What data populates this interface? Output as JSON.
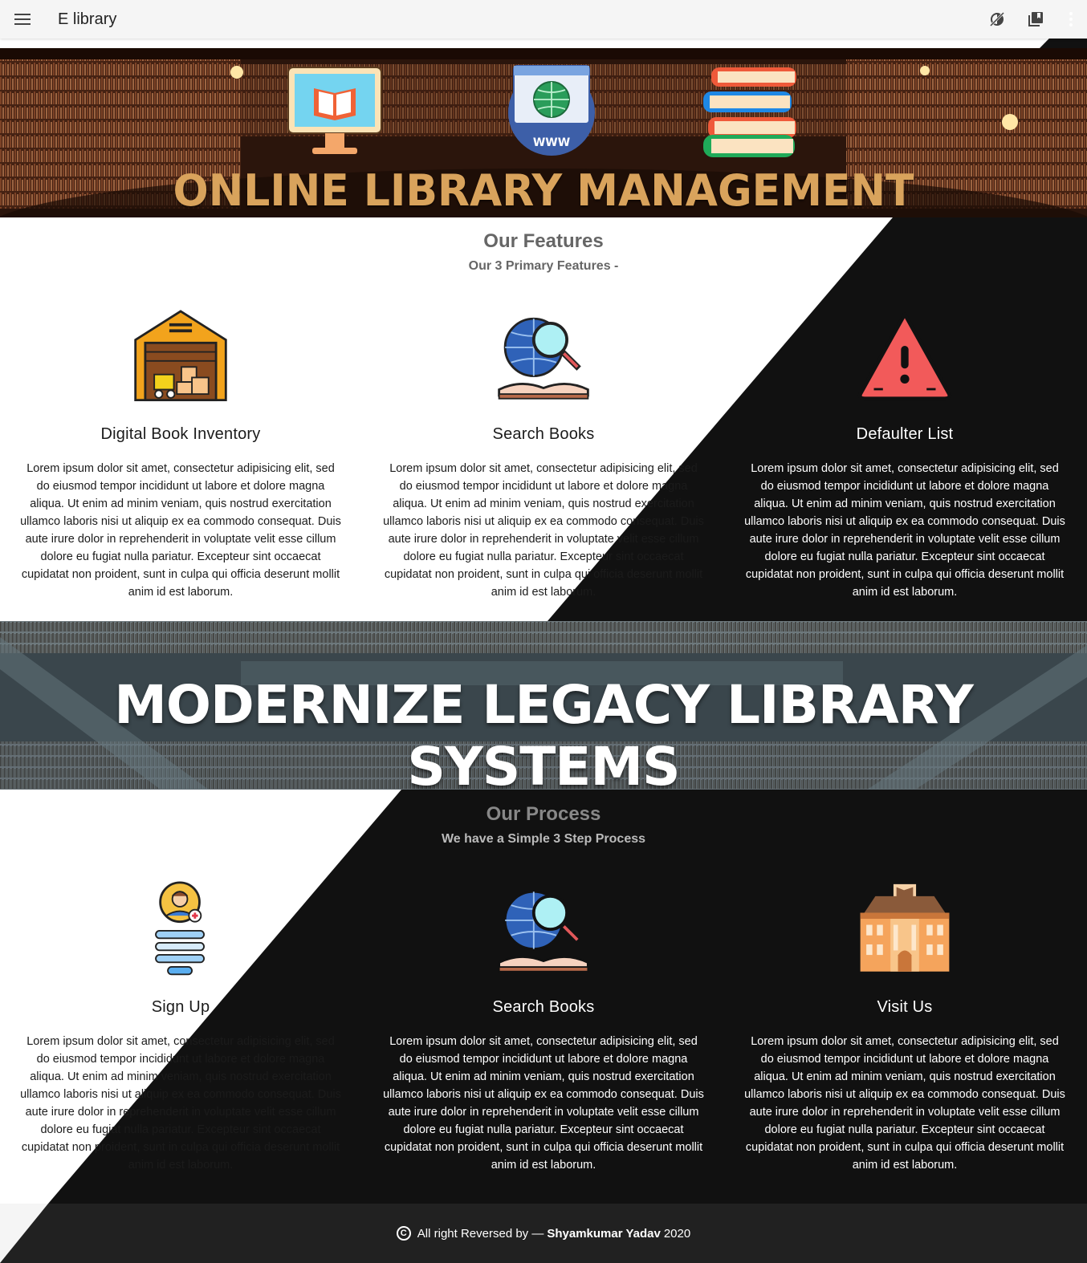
{
  "appbar": {
    "title": "E library",
    "menu_icon": "menu-icon",
    "actions": [
      "dark-mode-icon",
      "library-books-icon",
      "more-vert-icon"
    ]
  },
  "hero": {
    "title": "ONLINE LIBRARY MANAGEMENT",
    "icon_web_label": "WWW"
  },
  "features": {
    "heading": "Our Features",
    "subheading": "Our 3 Primary Features -",
    "items": [
      {
        "title": "Digital Book Inventory",
        "icon": "warehouse-icon",
        "text": "Lorem ipsum dolor sit amet, consectetur adipisicing elit, sed do eiusmod tempor incididunt ut labore et dolore magna aliqua. Ut enim ad minim veniam, quis nostrud exercitation ullamco laboris nisi ut aliquip ex ea commodo consequat. Duis aute irure dolor in reprehenderit in voluptate velit esse cillum dolore eu fugiat nulla pariatur. Excepteur sint occaecat cupidatat non proident, sunt in culpa qui officia deserunt mollit anim id est laborum."
      },
      {
        "title": "Search Books",
        "icon": "globe-search-book-icon",
        "text": "Lorem ipsum dolor sit amet, consectetur adipisicing elit, sed do eiusmod tempor incididunt ut labore et dolore magna aliqua. Ut enim ad minim veniam, quis nostrud exercitation ullamco laboris nisi ut aliquip ex ea commodo consequat. Duis aute irure dolor in reprehenderit in voluptate velit esse cillum dolore eu fugiat nulla pariatur. Excepteur sint occaecat cupidatat non proident, sunt in culpa qui officia deserunt mollit anim id est laborum."
      },
      {
        "title": "Defaulter List",
        "icon": "warning-icon",
        "text": "Lorem ipsum dolor sit amet, consectetur adipisicing elit, sed do eiusmod tempor incididunt ut labore et dolore magna aliqua. Ut enim ad minim veniam, quis nostrud exercitation ullamco laboris nisi ut aliquip ex ea commodo consequat. Duis aute irure dolor in reprehenderit in voluptate velit esse cillum dolore eu fugiat nulla pariatur. Excepteur sint occaecat cupidatat non proident, sunt in culpa qui officia deserunt mollit anim id est laborum."
      }
    ]
  },
  "banner": {
    "title": "MODERNIZE LEGACY LIBRARY SYSTEMS"
  },
  "process": {
    "heading": "Our Process",
    "subheading": "We have a Simple 3 Step Process",
    "items": [
      {
        "title": "Sign Up",
        "icon": "user-signup-icon",
        "text": "Lorem ipsum dolor sit amet, consectetur adipisicing elit, sed do eiusmod tempor incididunt ut labore et dolore magna aliqua. Ut enim ad minim veniam, quis nostrud exercitation ullamco laboris nisi ut aliquip ex ea commodo consequat. Duis aute irure dolor in reprehenderit in voluptate velit esse cillum dolore eu fugiat nulla pariatur. Excepteur sint occaecat cupidatat non proident, sunt in culpa qui officia deserunt mollit anim id est laborum."
      },
      {
        "title": "Search Books",
        "icon": "globe-search-book-icon",
        "text": "Lorem ipsum dolor sit amet, consectetur adipisicing elit, sed do eiusmod tempor incididunt ut labore et dolore magna aliqua. Ut enim ad minim veniam, quis nostrud exercitation ullamco laboris nisi ut aliquip ex ea commodo consequat. Duis aute irure dolor in reprehenderit in voluptate velit esse cillum dolore eu fugiat nulla pariatur. Excepteur sint occaecat cupidatat non proident, sunt in culpa qui officia deserunt mollit anim id est laborum."
      },
      {
        "title": "Visit Us",
        "icon": "library-building-icon",
        "text": "Lorem ipsum dolor sit amet, consectetur adipisicing elit, sed do eiusmod tempor incididunt ut labore et dolore magna aliqua. Ut enim ad minim veniam, quis nostrud exercitation ullamco laboris nisi ut aliquip ex ea commodo consequat. Duis aute irure dolor in reprehenderit in voluptate velit esse cillum dolore eu fugiat nulla pariatur. Excepteur sint occaecat cupidatat non proident, sunt in culpa qui officia deserunt mollit anim id est laborum."
      }
    ]
  },
  "footer": {
    "prefix": "All right Reversed by —",
    "author": "Shyamkumar Yadav",
    "year": "2020",
    "copyright_icon": "copyright-icon"
  },
  "colors": {
    "dark": "#111111",
    "hero_title": "#d9a35c",
    "heading_gray": "#666666",
    "appbar_bg": "#f5f5f5"
  }
}
